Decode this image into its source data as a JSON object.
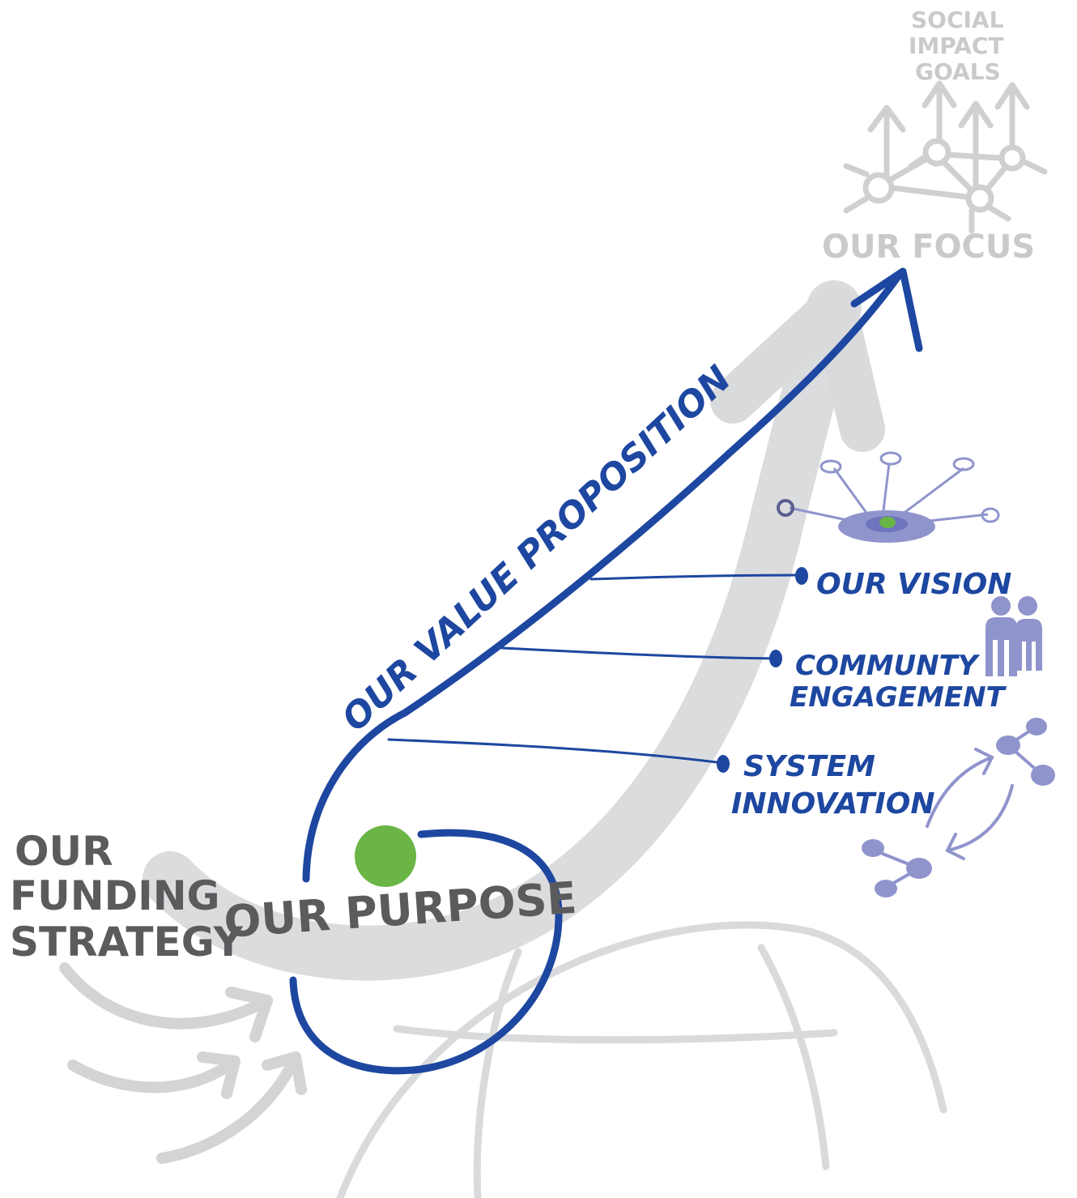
{
  "funding_strategy": {
    "lines": [
      "OUR",
      "FUNDING",
      "STRATEGY"
    ]
  },
  "purpose": "OUR PURPOSE",
  "value_proposition": "OUR VALUE PROPOSITION",
  "focus": "OUR FOCUS",
  "social_impact_goals": {
    "lines": [
      "SOCIAL",
      "IMPACT",
      "GOALS"
    ]
  },
  "vision": "OUR VISION",
  "community_engagement": {
    "lines": [
      "COMMUNTY",
      "ENGAGEMENT"
    ]
  },
  "system_innovation": {
    "lines": [
      "SYSTEM",
      "INNOVATION"
    ]
  },
  "colors": {
    "blue": "#1d47a0",
    "gray_arrow": "#d9dadc",
    "gray_text": "#5b5b5e",
    "light_gray_text": "#c9cacc",
    "green": "#6ab545",
    "lavender": "#8f94cc"
  },
  "icons": [
    "network-hub-icon",
    "people-icon",
    "cycle-network-icon",
    "impact-goals-network-icon"
  ]
}
